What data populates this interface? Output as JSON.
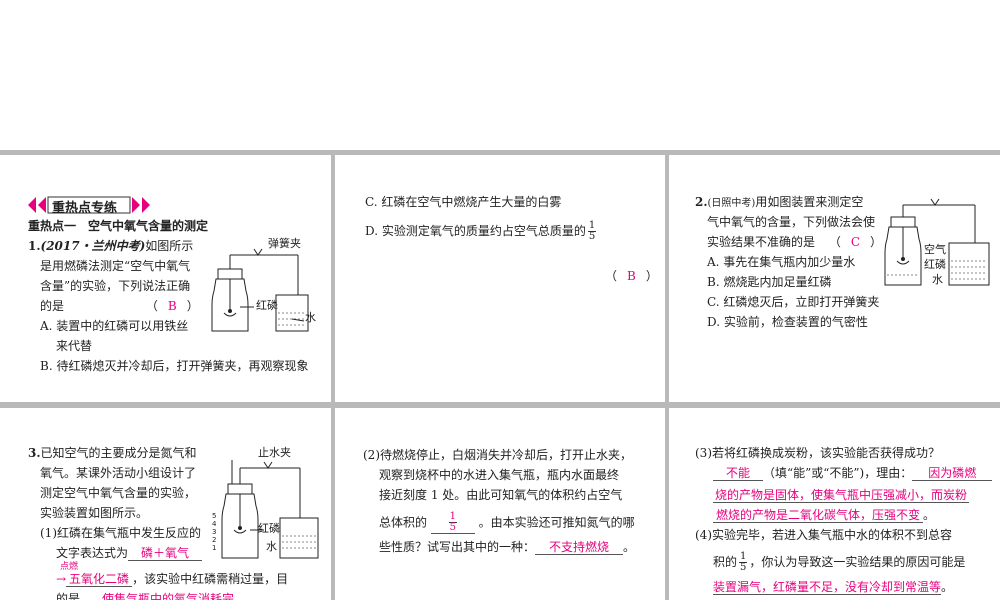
{
  "section": {
    "banner": "重热点专练",
    "subtitle": "重热点一　空气中氧气含量的测定"
  },
  "q1": {
    "num": "1.",
    "source": "(2017・兰州中考)",
    "lines": [
      "如图所示",
      "是用燃磷法测定“空气中氧气",
      "含量”的实验，下列说法正确",
      "的是"
    ],
    "answer": "B",
    "optA1": "A. 装置中的红磷可以用铁丝",
    "optA2": "来代替",
    "optB": "B. 待红磷熄灭并冷却后，打开弹簧夹，再观察现象",
    "optC": "C. 红磷在空气中燃烧产生大量的白雾",
    "optD": "D. 实验测定氧气的质量约占空气总质量的",
    "fracNum": "1",
    "fracDen": "5",
    "fig": {
      "clip": "弹簧夹",
      "phos": "红磷",
      "water": "水"
    }
  },
  "q2": {
    "num": "2.",
    "source": "(日照中考)",
    "lines": [
      "用如图装置来测定空",
      "气中氧气的含量，下列做法会使",
      "实验结果不准确的是"
    ],
    "answer": "C",
    "optA": "A. 事先在集气瓶内加少量水",
    "optB": "B. 燃烧匙内加足量红磷",
    "optC": "C. 红磷熄灭后，立即打开弹簧夹",
    "optD": "D. 实验前，检查装置的气密性",
    "fig": {
      "air": "空气",
      "phos": "红磷",
      "water": "水"
    }
  },
  "q3": {
    "num": "3.",
    "lines": [
      "已知空气的主要成分是氮气和",
      "氧气。某课外活动小组设计了",
      "测定空气中氧气含量的实验，",
      "实验装置如图所示。"
    ],
    "p1": "(1)红磷在集气瓶中发生反应的",
    "p1b": "文字表达式为",
    "p1ans1": "磷＋氧气",
    "cond": "点燃",
    "p1ans2": "五氧化二磷",
    "p1c": "，该实验中红磷需稍过量，目",
    "p1d": "的是",
    "p1ans3": "使集气瓶中的氧气消耗完",
    "fig": {
      "clip": "止水夹",
      "phos": "红磷",
      "water": "水",
      "marks": [
        "5",
        "4",
        "3",
        "2",
        "1"
      ]
    },
    "p2a": "(2)待燃烧停止，白烟消失并冷却后，打开止水夹，",
    "p2b": "观察到烧杯中的水进入集气瓶，瓶内水面最终",
    "p2c": "接近刻度 1 处。由此可知氧气的体积约占空气",
    "p2d": "总体积的",
    "p2fracNum": "1",
    "p2fracDen": "5",
    "p2e": "。由本实验还可推知氮气的哪",
    "p2f": "些性质？试写出其中的一种：",
    "p2ans": "不支持燃烧",
    "p2end": "。",
    "p3a": "(3)若将红磷换成炭粉，该实验能否获得成功？",
    "p3ans1": "不能",
    "p3b": "（填“能”或“不能”)，理由：",
    "p3ans2": "因为磷燃",
    "p3ans3": "烧的产物是固体，使集气瓶中压强减小，而炭粉",
    "p3ans4": "燃烧的产物是二氧化碳气体，压强不变",
    "p3end": "。",
    "p4a": "(4)实验完毕，若进入集气瓶中水的体积不到总容",
    "p4b": "积的",
    "p4fracNum": "1",
    "p4fracDen": "5",
    "p4c": "，你认为导致这一实验结果的原因可能是",
    "p4ans": "装置漏气，红磷量不足，没有冷却到常温等",
    "p4end": "。"
  },
  "colors": {
    "answer": "#e6007e",
    "separator": "#b9b9b9"
  }
}
